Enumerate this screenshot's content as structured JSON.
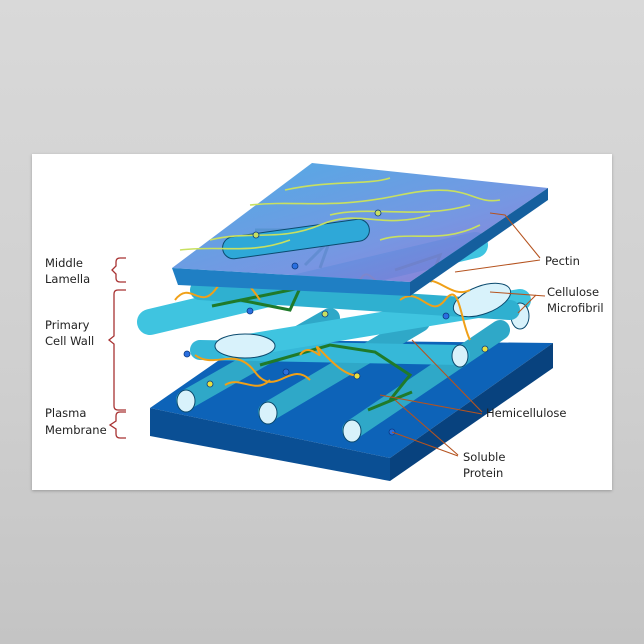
{
  "labels_left": {
    "middle_lamella": [
      "Middle",
      "Lamella"
    ],
    "primary_cell_wall": [
      "Primary",
      "Cell Wall"
    ],
    "plasma_membrane": [
      "Plasma",
      "Membrane"
    ]
  },
  "labels_right": {
    "pectin": [
      "Pectin"
    ],
    "cellulose_microfibril": [
      "Cellulose",
      "Microfibril"
    ],
    "hemicellulose": [
      "Hemicellulose"
    ],
    "soluble_protein": [
      "Soluble",
      "Protein"
    ]
  },
  "colors": {
    "bracket": "#a83232",
    "leader": "#b5531f",
    "lamella_top": "#4aa3e0",
    "lamella_tint": "#8a6fd0",
    "membrane_top": "#0d63b8",
    "membrane_side": "#08427e",
    "cellulose": "#3fc4e0",
    "cellulose_end": "#d8f2fb",
    "hemicellulose": "#1f7a2a",
    "pectin": "#f0a018",
    "protein": "#2a6fe0"
  }
}
